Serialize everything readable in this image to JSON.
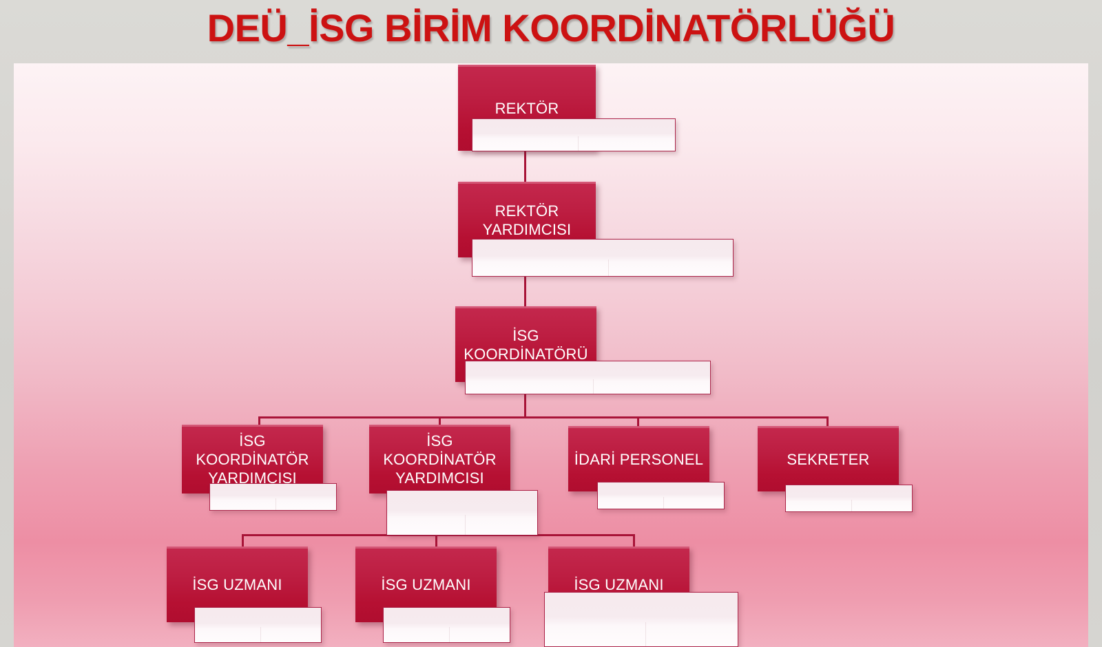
{
  "title": "DEÜ_İSG BİRİM KOORDİNATÖRLÜĞÜ",
  "colors": {
    "title_red": "#cc1212",
    "node_fill_top": "#c4284d",
    "node_fill_bottom": "#b00d2f",
    "connector": "#a81438",
    "slide_bg_top": "#fdf3f5",
    "slide_bg_bottom": "#ef9db0",
    "outer_bg": "#d4d3cf",
    "plate_fill": "#fefcfd"
  },
  "chart_data": {
    "type": "diagram",
    "diagram_kind": "organization-chart",
    "title": "DEÜ_İSG BİRİM KOORDİNATÖRLÜĞÜ",
    "levels": [
      [
        "REKTÖR"
      ],
      [
        "REKTÖR YARDIMCISI"
      ],
      [
        "İSG KOORDİNATÖRÜ"
      ],
      [
        "İSG KOORDİNATÖR YARDIMCISI",
        "İSG KOORDİNATÖR YARDIMCISI",
        "İDARİ PERSONEL",
        "SEKRETER"
      ],
      [
        "İSG UZMANI",
        "İSG UZMANI",
        "İSG UZMANI"
      ]
    ],
    "edges": [
      [
        "REKTÖR",
        "REKTÖR YARDIMCISI"
      ],
      [
        "REKTÖR YARDIMCISI",
        "İSG KOORDİNATÖRÜ"
      ],
      [
        "İSG KOORDİNATÖRÜ",
        "İSG KOORDİNATÖR YARDIMCISI (1)"
      ],
      [
        "İSG KOORDİNATÖRÜ",
        "İSG KOORDİNATÖR YARDIMCISI (2)"
      ],
      [
        "İSG KOORDİNATÖRÜ",
        "İDARİ PERSONEL"
      ],
      [
        "İSG KOORDİNATÖRÜ",
        "SEKRETER"
      ],
      [
        "İSG KOORDİNATÖR YARDIMCISI (2)",
        "İSG UZMANI (1)"
      ],
      [
        "İSG KOORDİNATÖR YARDIMCISI (2)",
        "İSG UZMANI (2)"
      ],
      [
        "İSG KOORDİNATÖR YARDIMCISI (2)",
        "İSG UZMANI (3)"
      ]
    ]
  },
  "nodes": {
    "rektor": {
      "line1": "REKTÖR"
    },
    "rektor_yardimcisi": {
      "line1": "REKTÖR",
      "line2": "YARDIMCISI"
    },
    "isg_koordinatoru": {
      "line1": "İSG",
      "line2": "KOORDİNATÖRÜ"
    },
    "isg_koord_yrd_1": {
      "line1": "İSG",
      "line2": "KOORDİNATÖR",
      "line3": "YARDIMCISI"
    },
    "isg_koord_yrd_2": {
      "line1": "İSG",
      "line2": "KOORDİNATÖR",
      "line3": "YARDIMCISI"
    },
    "idari_personel": {
      "line1": "İDARİ PERSONEL"
    },
    "sekreter": {
      "line1": "SEKRETER"
    },
    "isg_uzmani_1": {
      "line1": "İSG UZMANI"
    },
    "isg_uzmani_2": {
      "line1": "İSG UZMANI"
    },
    "isg_uzmani_3": {
      "line1": "İSG UZMANI"
    }
  },
  "plates": {
    "rektor": {
      "text": ""
    },
    "rektor_yardimcisi": {
      "text": ""
    },
    "isg_koordinatoru": {
      "text": ""
    },
    "isg_koord_yrd_1": {
      "text": ""
    },
    "isg_koord_yrd_2": {
      "text": ""
    },
    "idari_personel": {
      "text": ""
    },
    "sekreter": {
      "text": ""
    },
    "isg_uzmani_1": {
      "text": ""
    },
    "isg_uzmani_2": {
      "text": ""
    },
    "isg_uzmani_3": {
      "text": ""
    }
  }
}
